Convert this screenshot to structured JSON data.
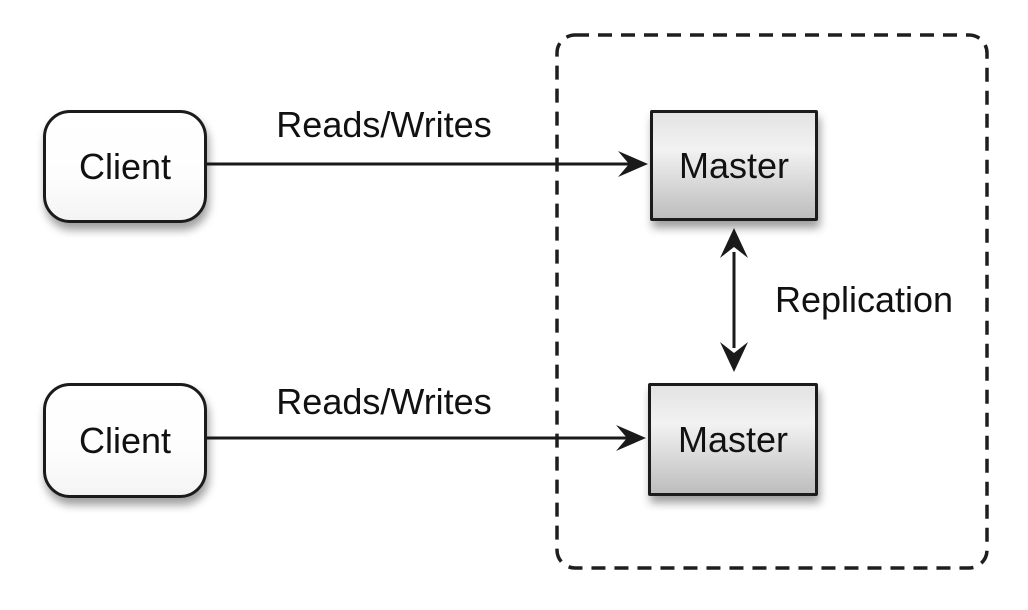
{
  "diagram": {
    "kind": "architecture-diagram",
    "background": "#ffffff",
    "clients": [
      {
        "label": "Client"
      },
      {
        "label": "Client"
      }
    ],
    "masters": [
      {
        "label": "Master"
      },
      {
        "label": "Master"
      }
    ],
    "edges": [
      {
        "label": "Reads/Writes",
        "from": "client-1",
        "to": "master-1",
        "direction": "one-way"
      },
      {
        "label": "Reads/Writes",
        "from": "client-2",
        "to": "master-2",
        "direction": "one-way"
      },
      {
        "label": "Replication",
        "from": "master-1",
        "to": "master-2",
        "direction": "two-way"
      }
    ],
    "boundary": {
      "style": "dashed",
      "encloses": "masters"
    },
    "colors": {
      "line": "#1a1a1a",
      "text": "#111111",
      "client_fill": "#ffffff",
      "master_fill_top": "#f2f2f2",
      "master_fill_bottom": "#bdbdbd"
    }
  }
}
